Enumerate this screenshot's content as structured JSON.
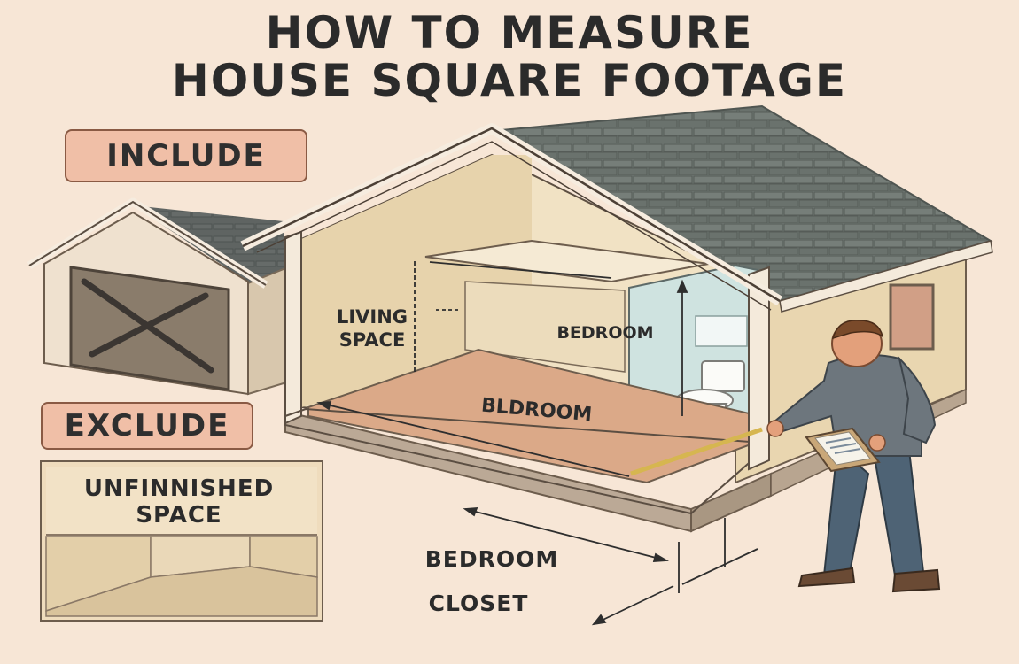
{
  "title": {
    "line1": "HOW TO MEASURE",
    "line2": "HOUSE SQUARE FOOTAGE"
  },
  "tags": {
    "include": "INCLUDE",
    "exclude": "EXCLUDE"
  },
  "unfinished": {
    "line1": "UNFINNISHED",
    "line2": "SPACE"
  },
  "rooms": {
    "living_line1": "LIVING",
    "living_line2": "SPACE",
    "bedroom_back": "BEDROOM",
    "bedroom_floor": "BLDROOM"
  },
  "dimensions": {
    "bedroom": "BEDROOM",
    "closet": "CLOSET"
  },
  "colors": {
    "background": "#f7e6d6",
    "roof": "#6e7570",
    "wall": "#efe0c0",
    "floor": "#dba988",
    "tag_fill": "#f0bfa7"
  }
}
